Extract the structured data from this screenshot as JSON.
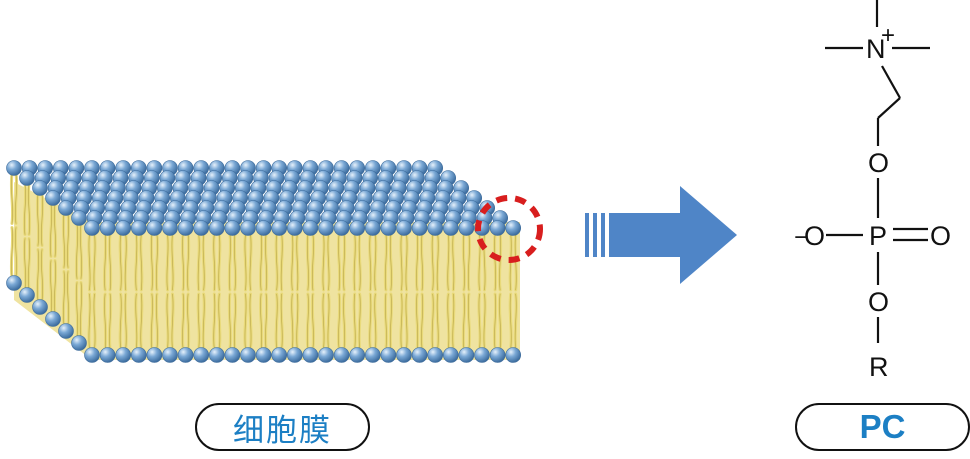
{
  "membrane": {
    "caption": "细胞膜"
  },
  "phosphatidylcholine": {
    "caption": "PC",
    "atoms": {
      "nitrogen": "N",
      "nitrogen_charge": "+",
      "oxygen": "O",
      "phosphorus": "P",
      "oxygen_charge": "−",
      "r_group": "R"
    }
  },
  "colors": {
    "headgroup": "#6f9fcd",
    "tail": "#e9da7a",
    "highlight_circle": "#d81e1e",
    "arrow": "#4f85c7",
    "caption_text": "#1c7fc4"
  },
  "icons": {
    "arrow": "right-arrow-icon",
    "highlight": "dashed-circle-highlight"
  }
}
